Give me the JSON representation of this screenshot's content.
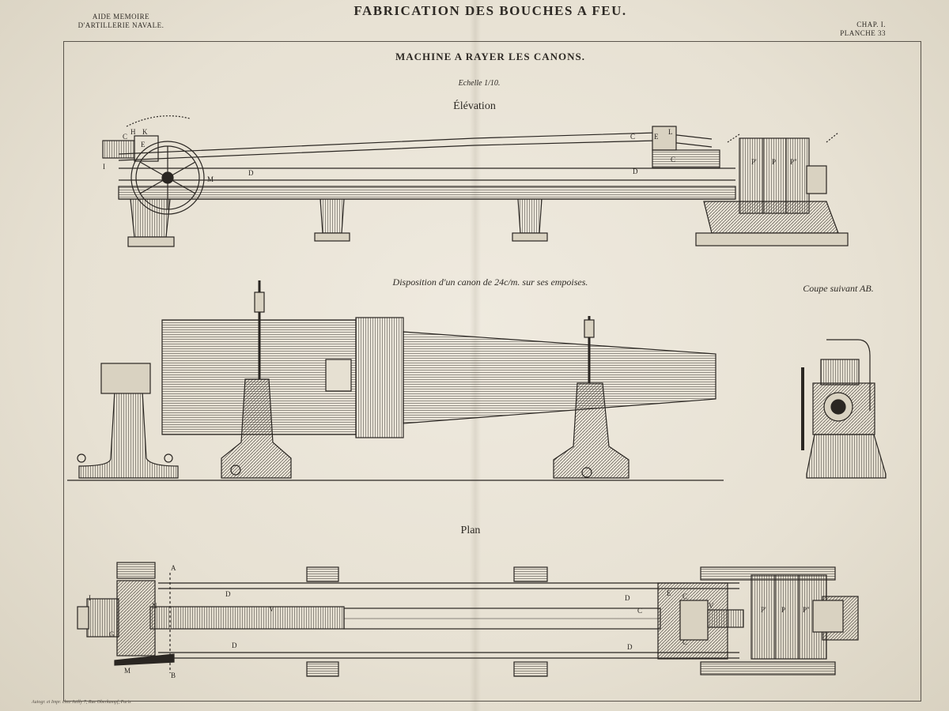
{
  "header": {
    "title": "FABRICATION DES BOUCHES A FEU.",
    "left_line1": "AIDE MEMOIRE",
    "left_line2": "D'ARTILLERIE NAVALE.",
    "right_line1": "CHAP. I.",
    "right_line2": "PLANCHE 33"
  },
  "machine_title": "MACHINE A RAYER LES CANONS.",
  "scale_label": "Echelle 1/10.",
  "sections": {
    "elevation": "Élévation",
    "disposition": "Disposition d'un canon de 24c/m. sur ses empoises.",
    "coupe": "Coupe suivant AB.",
    "plan": "Plan"
  },
  "imprint": "Autogr. et Impr. chez Jailly 7, Rue Oberkampf, Paris",
  "part_labels": {
    "C": "C",
    "H": "H",
    "K": "K",
    "E": "E",
    "I": "I",
    "L": "L",
    "M": "M",
    "D": "D",
    "P1": "P'",
    "P": "P",
    "P2": "P\"",
    "A": "A",
    "B": "B",
    "N": "N",
    "V": "V",
    "G": "G"
  },
  "colors": {
    "paper": "#e6e0d2",
    "ink": "#2a2622"
  }
}
